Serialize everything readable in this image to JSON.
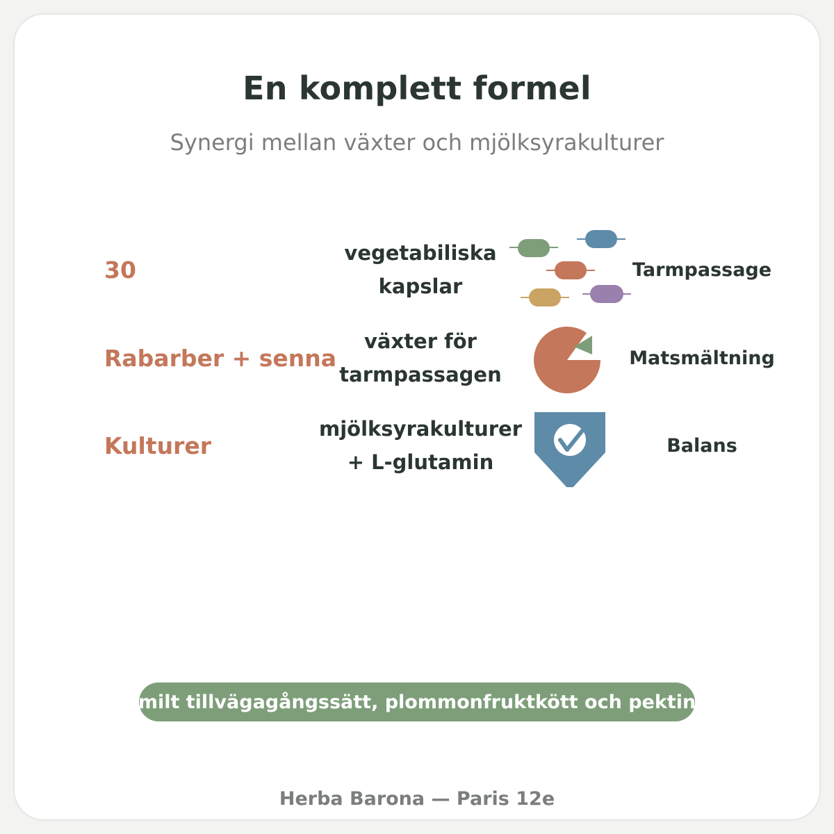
{
  "header": {
    "title": "En komplett formel",
    "subtitle": "Synergi mellan växter och mjölksyrakulturer"
  },
  "rows": [
    {
      "lead": "30",
      "description": "vegetabiliska\nkapslar",
      "icon": "capsules-icon",
      "effect": "Tarmpassage"
    },
    {
      "lead": "Rabarber + senna",
      "description": "växter för\ntarmpassagen",
      "icon": "pie-chart-icon",
      "effect": "Matsmältning"
    },
    {
      "lead": "Kulturer",
      "description": "mjölksyrakulturer\n+ L-glutamin",
      "icon": "shield-check-icon",
      "effect": "Balans"
    }
  ],
  "badge": {
    "label": "milt tillvägagångssätt, plommonfruktkött och pektin"
  },
  "footer": {
    "text": "Herba Barona — Paris 12e"
  },
  "colors": {
    "accent": "#c4775a",
    "green": "#7d9e79",
    "blue": "#5e8ba8",
    "mustard": "#c9a463",
    "purple": "#9a80ad",
    "text": "#2b3631",
    "muted": "#7b7f7c"
  }
}
